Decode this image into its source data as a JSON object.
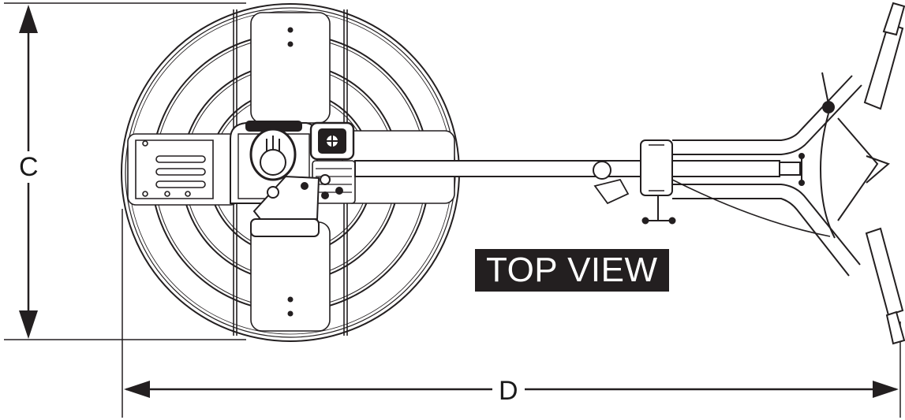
{
  "view_title": "TOP VIEW",
  "dimensions": {
    "height_label": "C",
    "length_label": "D"
  },
  "colors": {
    "ink": "#231f20",
    "paper": "#ffffff"
  }
}
